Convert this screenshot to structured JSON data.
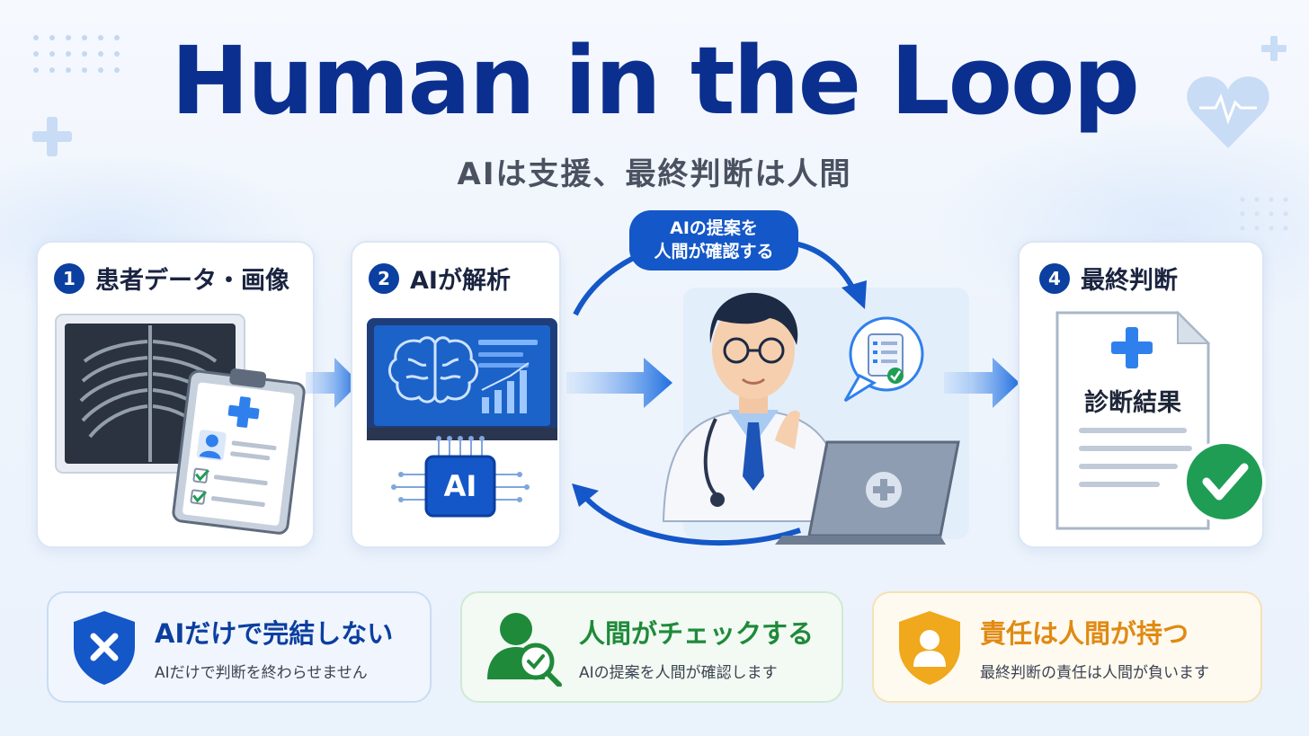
{
  "header": {
    "title": "Human in the Loop",
    "subtitle": "AIは支援、最終判断は人間"
  },
  "steps": [
    {
      "number": "1",
      "label": "患者データ・画像"
    },
    {
      "number": "2",
      "label": "AIが解析",
      "chip_text": "AI"
    },
    {
      "bubble_line1": "AIの提案を",
      "bubble_line2": "人間が確認する"
    },
    {
      "number": "4",
      "label": "最終判断",
      "doc_text": "診断結果"
    }
  ],
  "principles": [
    {
      "title": "AIだけで完結しない",
      "subtitle": "AIだけで判断を終わらせません",
      "icon": "shield-x-icon",
      "color": "#0b3fa0"
    },
    {
      "title": "人間がチェックする",
      "subtitle": "AIの提案を人間が確認します",
      "icon": "person-check-icon",
      "color": "#1f8a3a"
    },
    {
      "title": "責任は人間が持つ",
      "subtitle": "最終判断の責任は人間が負います",
      "icon": "shield-person-icon",
      "color": "#e08a12"
    }
  ],
  "colors": {
    "primary": "#0b2f8f",
    "accent_blue": "#1457c8",
    "green": "#1f8a3a",
    "orange": "#e08a12"
  }
}
